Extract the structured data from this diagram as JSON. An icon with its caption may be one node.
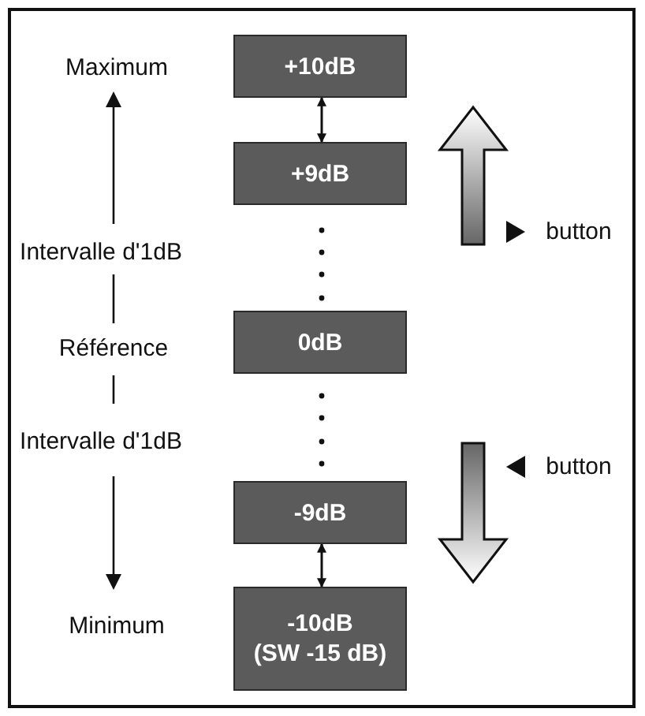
{
  "diagram": {
    "nodes": [
      {
        "text": [
          "+10dB"
        ]
      },
      {
        "text": [
          "+9dB"
        ]
      },
      {
        "text": [
          "0dB"
        ]
      },
      {
        "text": [
          "-9dB"
        ]
      },
      {
        "text": [
          "-10dB",
          "(SW -15 dB)"
        ]
      }
    ],
    "edges": [
      {
        "from": 0,
        "to": 1,
        "arrow": "both"
      },
      {
        "from": 3,
        "to": 4,
        "arrow": "both"
      }
    ],
    "labels": [
      "Maximum",
      "Intervalle d'1dB",
      "Référence",
      "Intervalle d'1dB",
      "Minimum",
      "button",
      "button"
    ]
  }
}
